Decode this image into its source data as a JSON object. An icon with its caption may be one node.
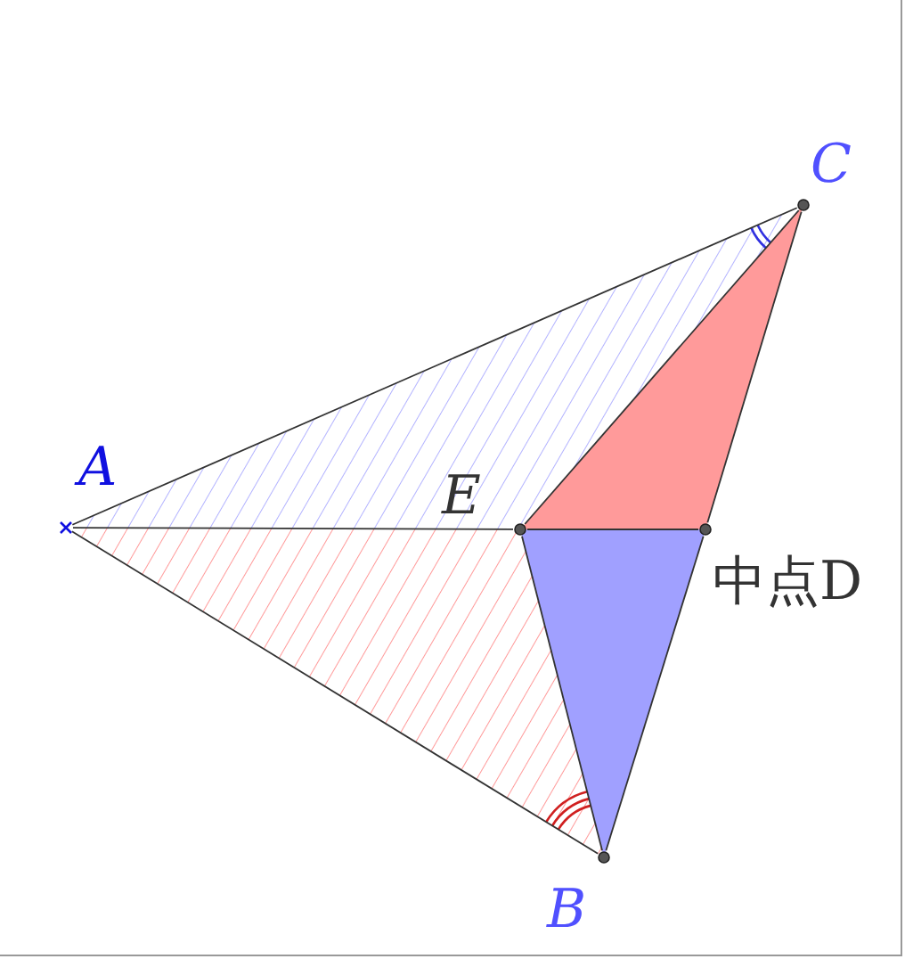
{
  "diagram": {
    "nodes": [
      {
        "text": [],
        "shape": "cross",
        "beside": [
          "A"
        ]
      },
      {
        "text": [],
        "shape": "circle",
        "beside": [
          "C"
        ]
      },
      {
        "text": [],
        "shape": "circle",
        "beside": [
          "E"
        ]
      },
      {
        "text": [],
        "shape": "circle",
        "beside": [
          "中点D"
        ]
      },
      {
        "text": [],
        "shape": "circle",
        "beside": [
          "B"
        ]
      }
    ],
    "edges": [
      {
        "from": 0,
        "to": 1,
        "arrow": "none"
      },
      {
        "from": 0,
        "to": 4,
        "arrow": "none"
      },
      {
        "from": 0,
        "to": 2,
        "arrow": "none"
      },
      {
        "from": 2,
        "to": 3,
        "arrow": "none"
      },
      {
        "from": 1,
        "to": 3,
        "arrow": "none"
      },
      {
        "from": 3,
        "to": 4,
        "arrow": "none"
      },
      {
        "from": 2,
        "to": 1,
        "arrow": "none"
      },
      {
        "from": 2,
        "to": 4,
        "arrow": "none"
      }
    ]
  }
}
